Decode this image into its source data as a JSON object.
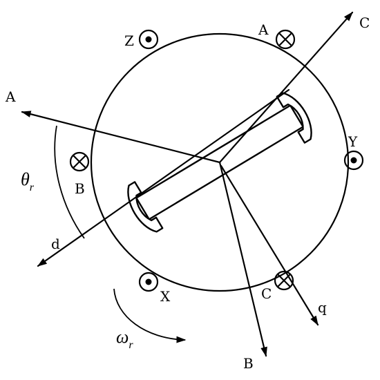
{
  "labels": {
    "axis_a": "A",
    "axis_b": "B",
    "axis_c": "C",
    "axis_d": "d",
    "axis_q": "q",
    "coil_z": "Z",
    "coil_a": "A",
    "coil_y": "Y",
    "coil_b": "B",
    "coil_x": "X",
    "coil_c": "C",
    "theta": "θ",
    "theta_sub": "r",
    "omega": "ω",
    "omega_sub": "r"
  },
  "icons": {
    "dot_coil": "current-out-of-page-icon",
    "cross_coil": "current-into-page-icon"
  },
  "colors": {
    "ink": "#000000",
    "background": "#ffffff"
  }
}
